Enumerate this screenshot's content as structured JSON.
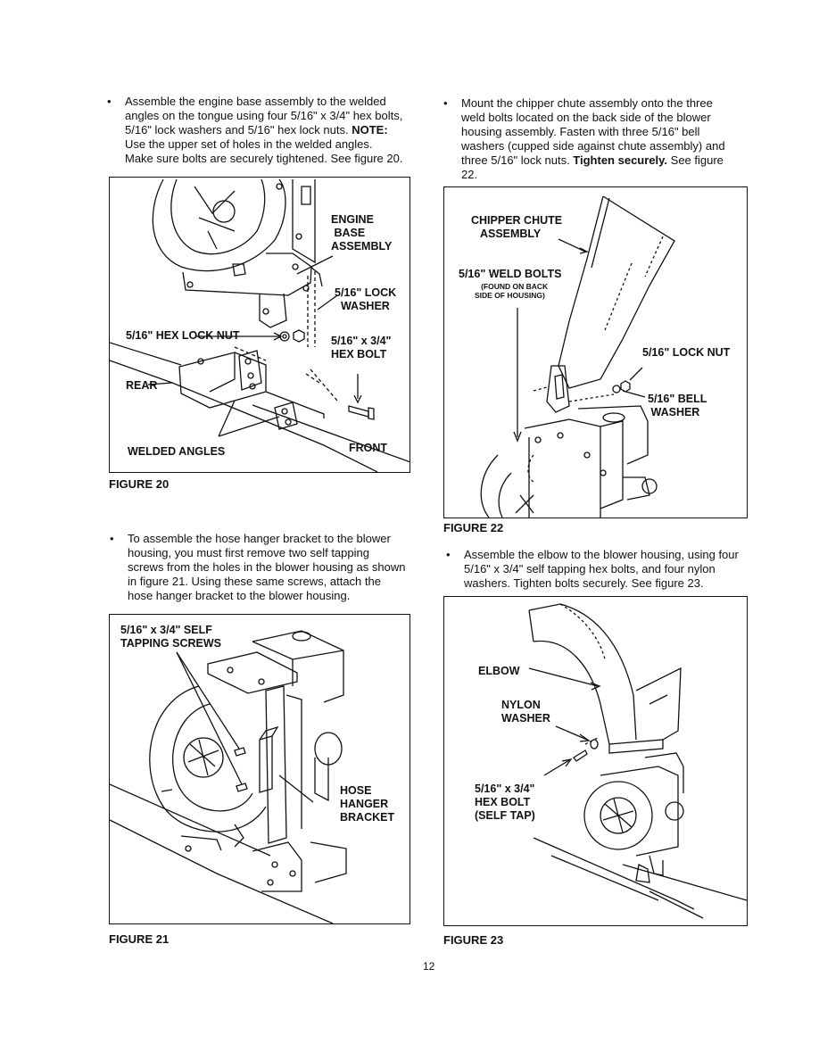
{
  "paragraphs": {
    "p1": {
      "bullet": "•",
      "lines": [
        "Assemble the engine base assembly to the welded",
        "angles on the tongue using four 5/16\" x 3/4\" hex bolts,",
        "5/16\" lock washers and 5/16\" hex lock nuts. ",
        "Use the upper set of holes in the welded angles.",
        "Make sure bolts are securely tightened. See figure 20."
      ],
      "note": "NOTE:"
    },
    "p2": {
      "bullet": "•",
      "lines": [
        "Mount the chipper chute assembly onto the three",
        "weld bolts located on the back side of the blower",
        "housing assembly. Fasten with three 5/16\" bell",
        "washers (cupped side against chute assembly) and",
        "three 5/16\" lock nuts. ",
        "22."
      ],
      "bold": "Tighten securely.",
      "tail": " See figure"
    },
    "p3": {
      "bullet": "•",
      "lines": [
        "To assemble the hose hanger bracket to the blower",
        "housing, you must first remove two self tapping",
        "screws from the holes in the blower housing as shown",
        "in  figure 21. Using these same screws, attach the",
        "hose hanger bracket to the blower housing."
      ]
    },
    "p4": {
      "bullet": "•",
      "lines": [
        "Assemble the elbow to the blower housing, using four",
        "5/16\" x 3/4\" self tapping hex bolts, and four nylon",
        "washers.  Tighten bolts securely.  See figure 23."
      ]
    }
  },
  "figures": {
    "fig20": {
      "caption": "FIGURE 20",
      "engine_base": "ENGINE\n BASE\nASSEMBLY",
      "lock_washer": "5/16\" LOCK\n  WASHER",
      "hex_lock_nut": "5/16\" HEX LOCK NUT",
      "hex_bolt": "5/16\" x 3/4\"\nHEX BOLT",
      "rear": "REAR",
      "welded_angles": "WELDED ANGLES",
      "front": "FRONT"
    },
    "fig21": {
      "caption": "FIGURE 21",
      "screws": "5/16\" x 3/4\" SELF\nTAPPING SCREWS",
      "hanger": "HOSE\nHANGER\nBRACKET"
    },
    "fig22": {
      "caption": "FIGURE 22",
      "chute": "CHIPPER CHUTE\n   ASSEMBLY",
      "weld_bolts": "5/16\" WELD BOLTS",
      "weld_note": "   (FOUND ON BACK\nSIDE OF HOUSING)",
      "lock_nut": "5/16\" LOCK NUT",
      "bell_washer": "5/16\" BELL\n WASHER"
    },
    "fig23": {
      "caption": "FIGURE 23",
      "elbow": "ELBOW",
      "nylon_washer": "NYLON\nWASHER",
      "hex_bolt": "5/16\" x 3/4\"\nHEX BOLT\n(SELF TAP)"
    }
  },
  "page_number": "12"
}
